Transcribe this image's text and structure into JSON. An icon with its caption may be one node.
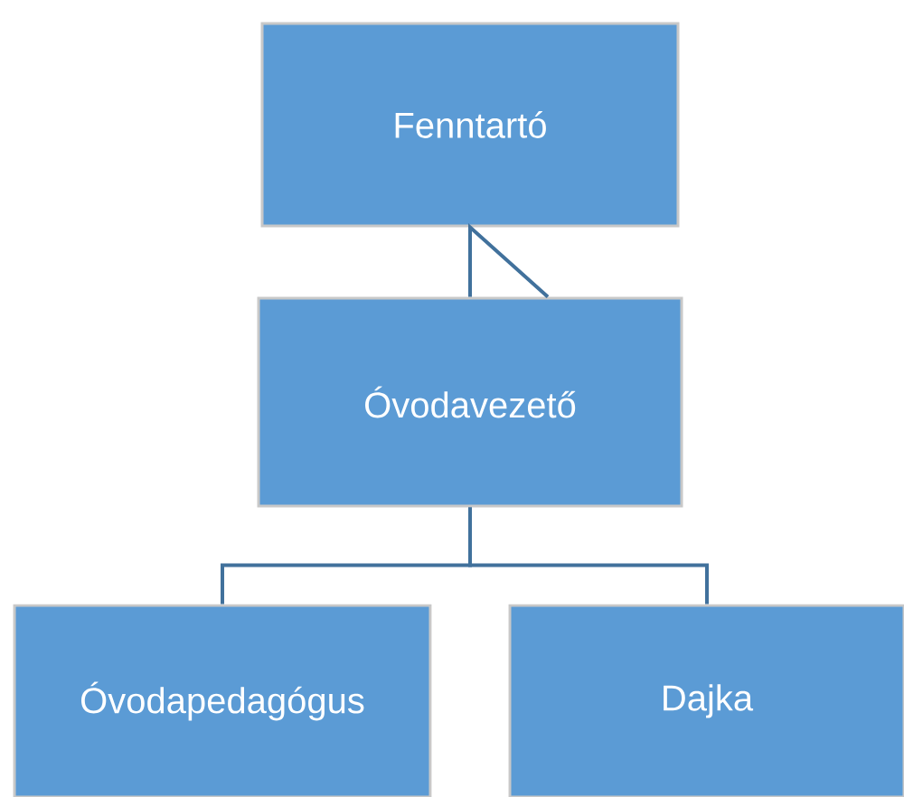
{
  "diagram": {
    "nodes": [
      {
        "text": [
          "Fenntartó"
        ]
      },
      {
        "text": [
          "Óvodavezető"
        ]
      },
      {
        "text": [
          "Óvodapedagógus"
        ]
      },
      {
        "text": [
          "Dajka"
        ]
      }
    ],
    "edges": [
      {
        "from": 0,
        "to": 1,
        "arrow": "none"
      },
      {
        "from": 1,
        "to": 2,
        "arrow": "none"
      },
      {
        "from": 1,
        "to": 3,
        "arrow": "none"
      }
    ]
  }
}
